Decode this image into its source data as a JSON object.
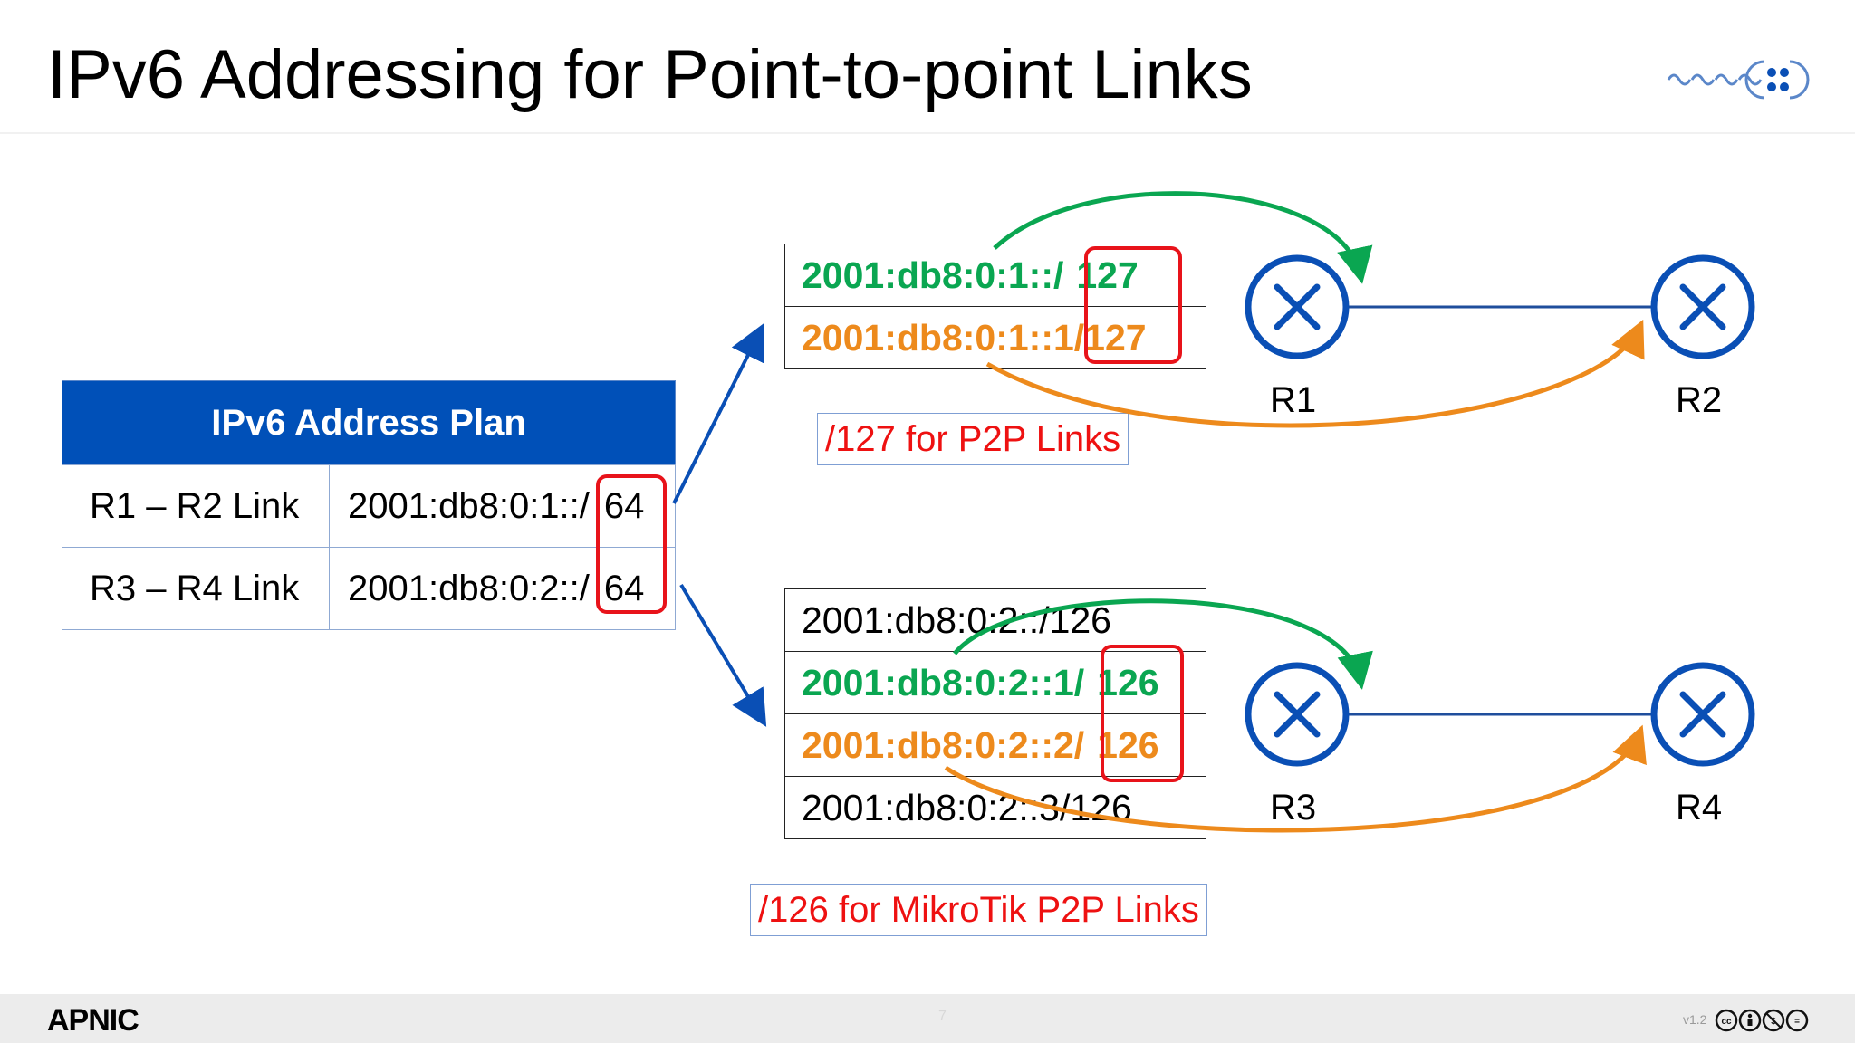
{
  "slide": {
    "title": "IPv6 Addressing for Point-to-point Links",
    "page_number": "7",
    "version": "v1.2",
    "footer_logo": "APNIC"
  },
  "plan_table": {
    "header": "IPv6 Address Plan",
    "rows": [
      {
        "link": "R1 – R2 Link",
        "prefix": "2001:db8:0:1::/",
        "length": "64"
      },
      {
        "link": "R3 – R4 Link",
        "prefix": "2001:db8:0:2::/",
        "length": "64"
      }
    ]
  },
  "top_table": {
    "rows": [
      {
        "prefix": "2001:db8:0:1::/",
        "length": "127",
        "color": "#0aa651"
      },
      {
        "prefix": "2001:db8:0:1::1/",
        "length": "127",
        "color": "#ed8a1c"
      }
    ],
    "note": "/127 for P2P Links"
  },
  "bottom_table": {
    "rows": [
      {
        "address": "2001:db8:0:2::/126"
      },
      {
        "prefix": "2001:db8:0:2::1/",
        "length": "126",
        "color": "#0aa651"
      },
      {
        "prefix": "2001:db8:0:2::2/",
        "length": "126",
        "color": "#ed8a1c"
      },
      {
        "address": "2001:db8:0:2::3/126"
      }
    ],
    "note": "/126 for MikroTik P2P Links"
  },
  "routers": [
    "R1",
    "R2",
    "R3",
    "R4"
  ],
  "colors": {
    "header_blue": "#0050b8",
    "router_blue": "#0a4fb5",
    "highlight_red": "#e8131a",
    "green": "#0aa651",
    "orange": "#ed8a1c"
  },
  "icons": [
    "router-icon",
    "ipv6-logo-icon",
    "creative-commons-icon"
  ]
}
